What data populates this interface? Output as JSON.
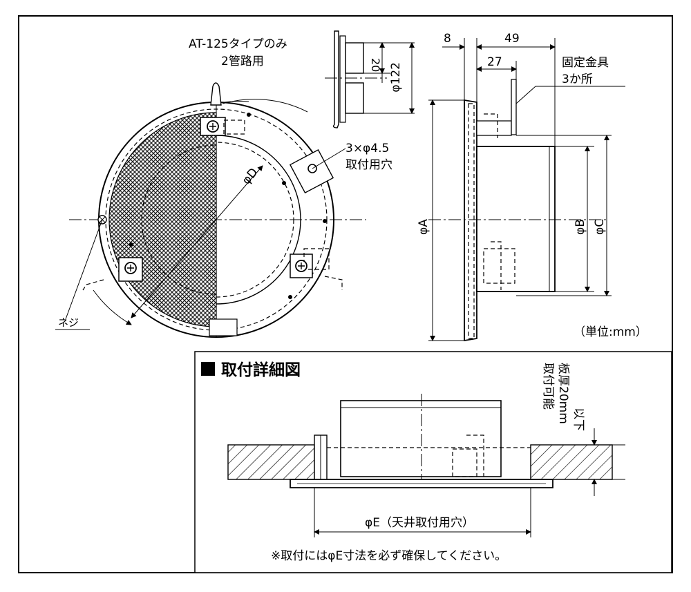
{
  "labels": {
    "at125_line1": "AT-125タイプのみ",
    "at125_line2": "2管路用",
    "phi122": "φ122",
    "dim20": "20",
    "dim8": "8",
    "dim49": "49",
    "dim27": "27",
    "fix_line1": "固定金具",
    "fix_line2": "3か所",
    "hole_line1": "3×φ4.5",
    "hole_line2": "取付用穴",
    "phiD": "φD",
    "phiA": "φA",
    "phiB": "φB",
    "phiC": "φC",
    "screw": "ネジ",
    "unit": "（単位:mm）"
  },
  "detail": {
    "title": "取付詳細図",
    "thickness_line1": "取付可能",
    "thickness_line2": "板厚20mm",
    "thickness_line3": "以下",
    "phiE": "φE（天井取付用穴）",
    "note": "※取付にはφE寸法を必ず確保してください。"
  }
}
